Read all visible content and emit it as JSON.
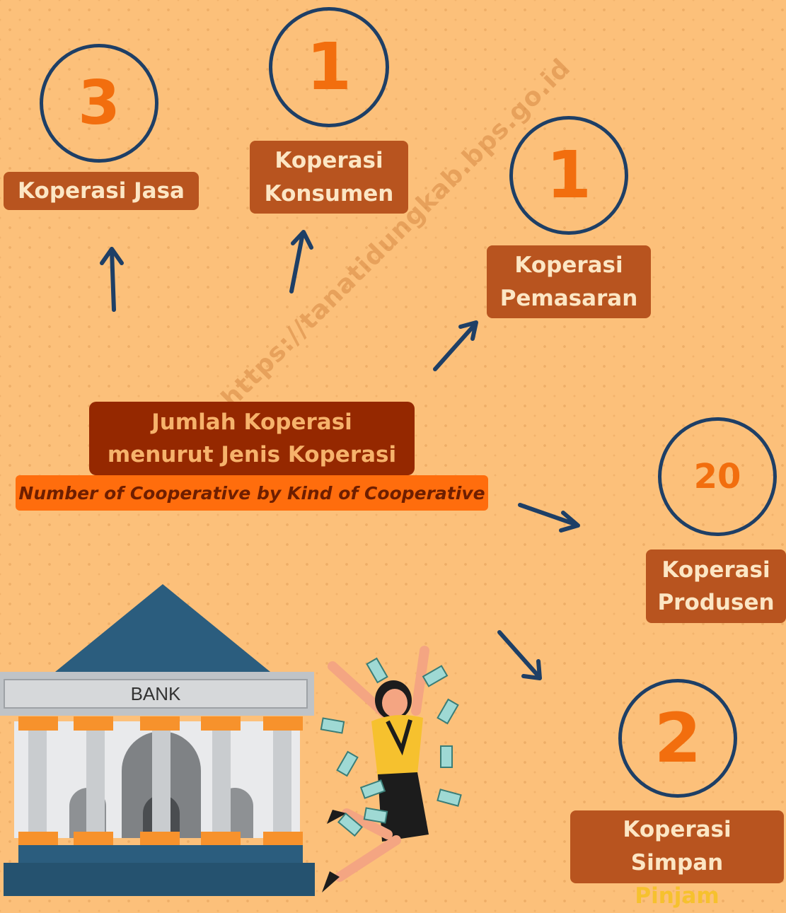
{
  "title": {
    "line1": "Jumlah Koperasi",
    "line2": "menurut Jenis Koperasi",
    "subtitle": "Number of Cooperative by Kind of Cooperative"
  },
  "watermark": "https://tanatidungkab.bps.go.id",
  "cooperatives": [
    {
      "count": "3",
      "label": [
        "Koperasi Jasa"
      ]
    },
    {
      "count": "1",
      "label": [
        "Koperasi",
        "Konsumen"
      ]
    },
    {
      "count": "1",
      "label": [
        "Koperasi",
        "Pemasaran"
      ]
    },
    {
      "count": "20",
      "label": [
        "Koperasi",
        "Produsen"
      ]
    },
    {
      "count": "2",
      "label": [
        "Koperasi",
        "Simpan",
        "Pinjam"
      ]
    }
  ],
  "bank": {
    "sign": "BANK"
  },
  "colors": {
    "background": "#FCC07A",
    "circle_border": "#1E3F66",
    "number": "#F26E0E",
    "label_box": "#B8541F",
    "title_box": "#952800",
    "subtitle_box": "#FF6D0D"
  }
}
